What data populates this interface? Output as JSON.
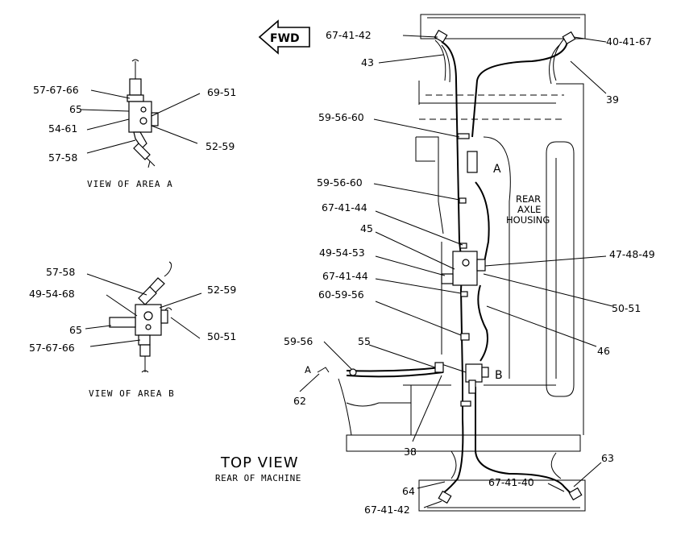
{
  "fwd_label": "FWD",
  "view_a": {
    "caption": "VIEW OF AREA A",
    "labels": [
      "57-67-66",
      "65",
      "54-61",
      "57-58",
      "69-51",
      "52-59"
    ]
  },
  "view_b": {
    "caption": "VIEW OF AREA B",
    "labels": [
      "57-58",
      "49-54-68",
      "65",
      "57-67-66",
      "52-59",
      "50-51"
    ]
  },
  "main": {
    "title": "TOP VIEW",
    "subtitle": "REAR OF MACHINE",
    "housing_label": [
      "REAR",
      "AXLE",
      "HOUSING"
    ],
    "area_marks": [
      "A",
      "B",
      "A"
    ],
    "left_labels": [
      "67-41-42",
      "43",
      "59-56-60",
      "59-56-60",
      "67-41-44",
      "45",
      "49-54-53",
      "67-41-44",
      "60-59-56",
      "59-56",
      "55",
      "62",
      "38",
      "64",
      "67-41-42"
    ],
    "right_labels": [
      "40-41-67",
      "39",
      "47-48-49",
      "50-51",
      "46",
      "63",
      "67-41-40"
    ]
  }
}
